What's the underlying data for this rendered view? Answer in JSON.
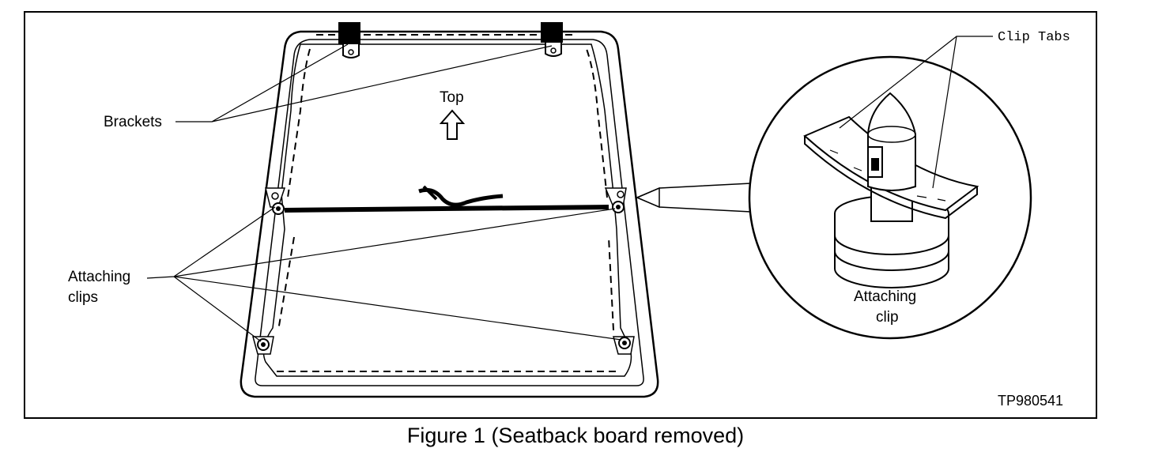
{
  "labels": {
    "brackets": "Brackets",
    "top": "Top",
    "attaching_clips_line1": "Attaching",
    "attaching_clips_line2": "clips",
    "clip_tabs": "Clip Tabs",
    "attaching_clip_line1": "Attaching",
    "attaching_clip_line2": "clip",
    "figure_code": "TP980541"
  },
  "caption": "Figure 1 (Seatback board removed)",
  "colors": {
    "ink": "#000000",
    "paper": "#ffffff",
    "shade": "#d8d8d8"
  }
}
